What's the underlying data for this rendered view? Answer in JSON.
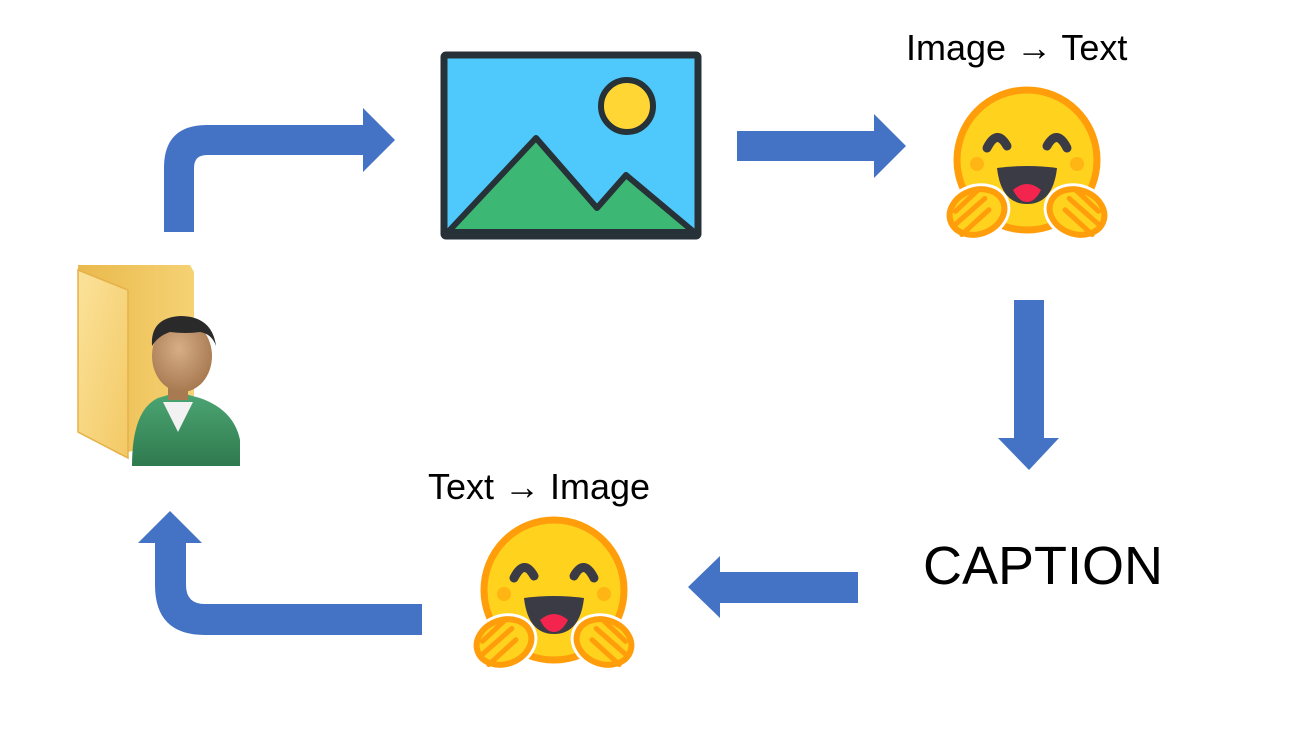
{
  "labels": {
    "image_to_text": "Image → Text",
    "text_to_image": "Text → Image",
    "caption": "CAPTION"
  },
  "nodes": [
    {
      "id": "user-folder",
      "icon": "user-folder-icon"
    },
    {
      "id": "image",
      "icon": "landscape-image-icon"
    },
    {
      "id": "image-to-text-model",
      "icon": "hugging-face-emoji-icon"
    },
    {
      "id": "caption",
      "text": "CAPTION"
    },
    {
      "id": "text-to-image-model",
      "icon": "hugging-face-emoji-icon"
    }
  ],
  "edges": [
    {
      "from": "user-folder",
      "to": "image"
    },
    {
      "from": "image",
      "to": "image-to-text-model"
    },
    {
      "from": "image-to-text-model",
      "to": "caption"
    },
    {
      "from": "caption",
      "to": "text-to-image-model"
    },
    {
      "from": "text-to-image-model",
      "to": "user-folder"
    }
  ],
  "colors": {
    "arrow": "#4472C4",
    "emoji_face": "#FFD21E",
    "emoji_outline": "#FF9D0B",
    "sky": "#4FC9FB",
    "mountain": "#3DB874",
    "sun": "#FFD633",
    "frame": "#263238",
    "folder": "#F4C962",
    "shirt": "#3E9162"
  }
}
